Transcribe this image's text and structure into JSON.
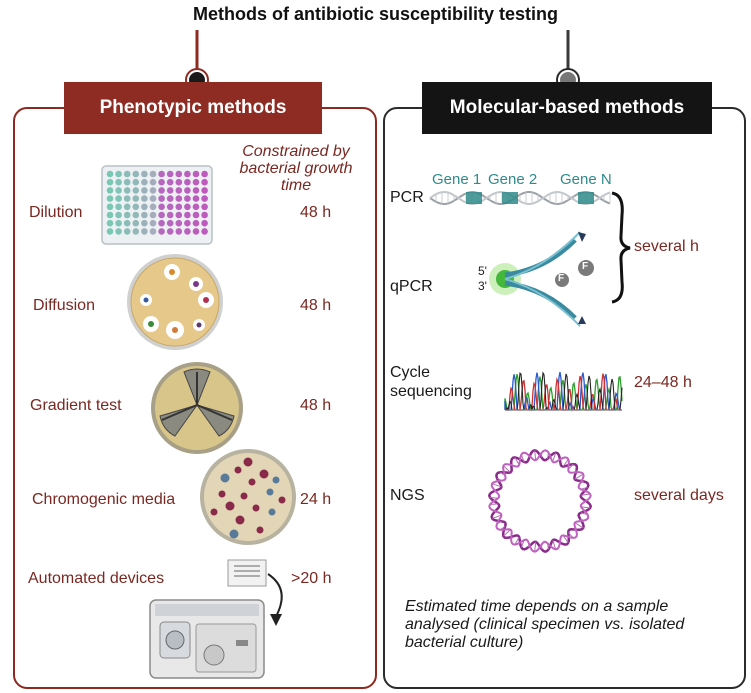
{
  "title": "Methods of antibiotic susceptibility testing",
  "phenotypic": {
    "header": "Phenotypic methods",
    "note": "Constrained by bacterial growth time",
    "items": [
      {
        "label": "Dilution",
        "time": "48 h"
      },
      {
        "label": "Diffusion",
        "time": "48 h"
      },
      {
        "label": "Gradient test",
        "time": "48 h"
      },
      {
        "label": "Chromogenic media",
        "time": "24 h"
      },
      {
        "label": "Automated devices",
        "time": ">20 h"
      }
    ]
  },
  "molecular": {
    "header": "Molecular-based methods",
    "genes": [
      "Gene 1",
      "Gene 2",
      "Gene N"
    ],
    "pcr_label": "PCR",
    "qpcr_label": "qPCR",
    "qpcr_strand_5": "5'",
    "qpcr_strand_3": "3'",
    "fluor_label": "F",
    "pcr_time": "several h",
    "cycle_label_1": "Cycle",
    "cycle_label_2": "sequencing",
    "cycle_time": "24–48 h",
    "ngs_label": "NGS",
    "ngs_time": "several days",
    "note": "Estimated time depends on a sample analysed (clinical specimen vs. isolated bacterial culture)"
  },
  "colors": {
    "phenotypic": "#8e2b23",
    "molecular": "#141414",
    "gene": "#2f8a8a",
    "ngs": "#8a2a8a"
  }
}
